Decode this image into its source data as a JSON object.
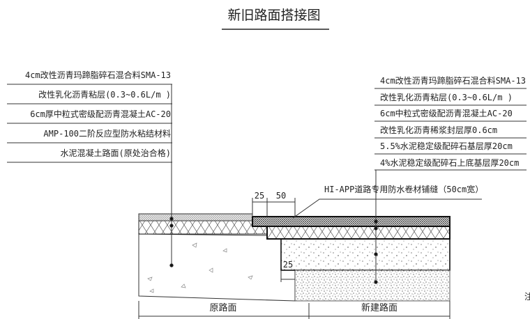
{
  "title": "新旧路面搭接图",
  "left_labels": [
    "4cm改性沥青玛蹄脂碎石混合料SMA-13",
    "改性乳化沥青粘层(0.3~0.6L/m )",
    "6cm厚中粒式密级配沥青混凝土AC-20",
    "AMP-100二阶反应型防水粘结材料",
    "水泥混凝土路面(原处治合格)"
  ],
  "right_labels": [
    "4cm改性沥青玛蹄脂碎石混合料SMA-13",
    "改性乳化沥青粘层(0.3~0.6L/m )",
    "6cm中粒式密级配沥青混凝土AC-20",
    "改性乳化沥青稀浆封层厚0.6cm",
    "5.5%水泥稳定级配碎石基层厚20cm",
    "4%水泥稳定级配碎石上底基层厚20cm"
  ],
  "callout": "HI-APP道路专用防水卷材铺缝（50cm宽）",
  "dimensions": {
    "top_a": "25",
    "top_b": "50",
    "lower": "25"
  },
  "sections": {
    "old": "原路面",
    "new": "新建路面"
  },
  "edge_note": "注"
}
